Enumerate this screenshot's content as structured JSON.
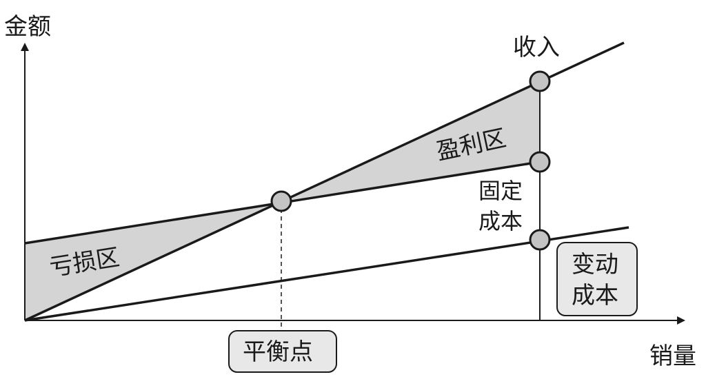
{
  "axes": {
    "y_label": "金额",
    "x_label": "销量"
  },
  "lines": {
    "revenue_label": "收入"
  },
  "zones": {
    "loss_label": "亏损区",
    "profit_label": "盈利区"
  },
  "costs": {
    "fixed_line1": "固定",
    "fixed_line2": "成本",
    "variable_line1": "变动",
    "variable_line2": "成本"
  },
  "break_even": {
    "label": "平衡点"
  },
  "colors": {
    "zone_fill": "#d4d4d4",
    "line": "#1a1a1a",
    "marker_fill": "#c4c4c4",
    "box_fill": "#e8e8e8"
  }
}
